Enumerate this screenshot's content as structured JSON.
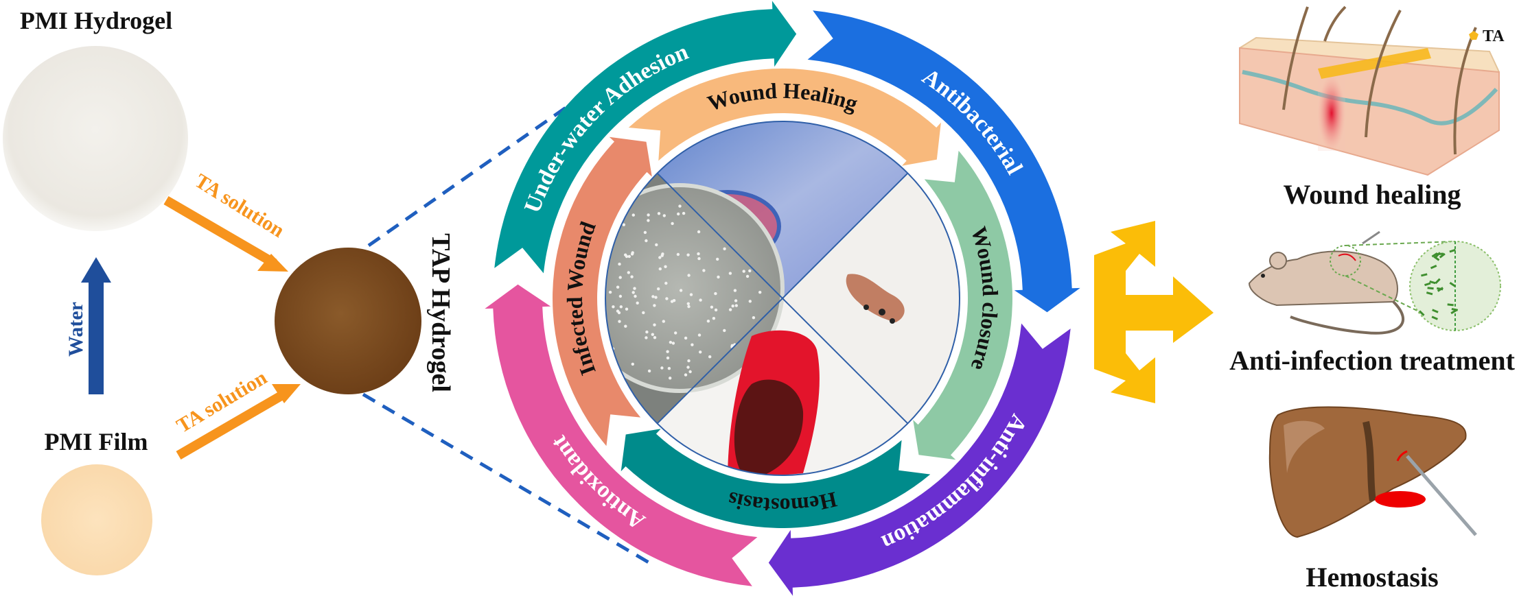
{
  "left": {
    "pmi_hydrogel": "PMI Hydrogel",
    "pmi_film": "PMI Film",
    "water": "Water",
    "ta_solution_top": "TA solution",
    "ta_solution_bottom": "TA solution",
    "tap_hydrogel": "TAP Hydrogel"
  },
  "outer_ring": [
    {
      "label": "Under-water Adhesion",
      "color": "#00999a"
    },
    {
      "label": "Antibacterial",
      "color": "#1b6fe0"
    },
    {
      "label": "Anti-inflammation",
      "color": "#6a2fd0"
    },
    {
      "label": "Antioxidant",
      "color": "#e5559f"
    }
  ],
  "inner_ring": [
    {
      "label": "Wound Healing",
      "color": "#f8b97c"
    },
    {
      "label": "Wound closure",
      "color": "#8ec9a5"
    },
    {
      "label": "Hemostasis",
      "color": "#008b8b"
    },
    {
      "label": "Infected Wound",
      "color": "#e8896b"
    }
  ],
  "right": {
    "ta_legend": "TA",
    "wound_healing": "Wound healing",
    "anti_infection": "Anti-infection treatment",
    "hemostasis": "Hemostasis"
  },
  "colors": {
    "orange_arrow": "#f7941d",
    "water_arrow": "#1f4e9b",
    "dash": "#1f5fbf",
    "gold_arrow": "#fbbd08"
  }
}
